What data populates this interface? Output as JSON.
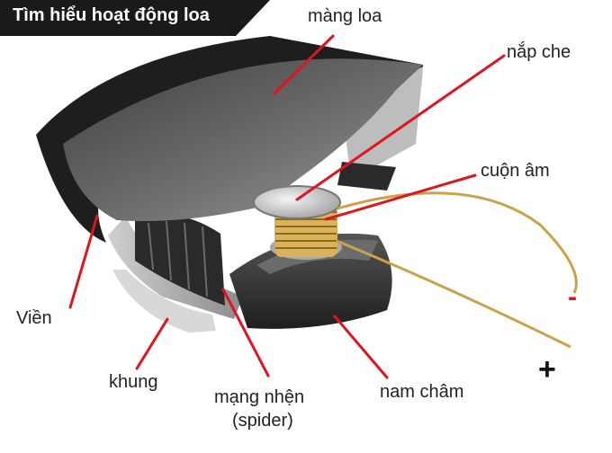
{
  "title": "Tìm hiểu hoạt động loa",
  "labels": {
    "mang_loa": "màng loa",
    "nap_che": "nắp che",
    "cuon_am": "cuộn âm",
    "vien": "Viền",
    "khung": "khung",
    "mang_nhen_line1": "mạng nhện",
    "mang_nhen_line2": "(spider)",
    "nam_cham": "nam châm"
  },
  "terminals": {
    "negative": "-",
    "positive": "+"
  },
  "colors": {
    "banner": "#1a1a1a",
    "leader_line": "#e0141e",
    "negative_terminal": "#e0141e",
    "coil": "#d9b25a",
    "cone": "#5a5a5a",
    "frame": "#b9b9b9",
    "magnet": "#3a3a3a"
  }
}
